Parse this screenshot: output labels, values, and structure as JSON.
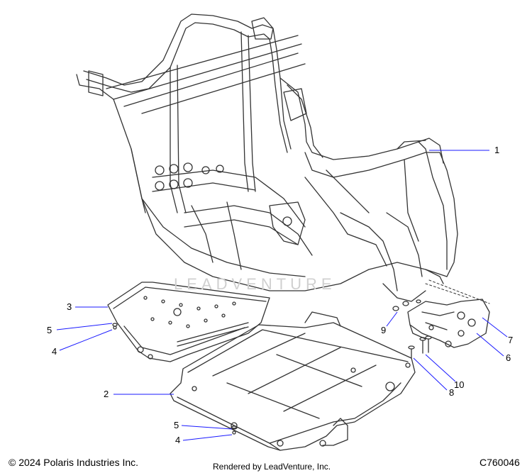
{
  "diagram": {
    "callouts": [
      "1",
      "2",
      "3",
      "4",
      "4",
      "5",
      "5",
      "6",
      "7",
      "8",
      "9",
      "10"
    ]
  },
  "footer": {
    "copyright": "© 2024 Polaris Industries Inc.",
    "rendered_by": "Rendered by LeadVenture, Inc.",
    "diagram_code": "C760046"
  },
  "watermark": {
    "text": "LEADVENTURE"
  },
  "colors": {
    "callout_line": "#1a1aff",
    "line_art": "#333333"
  }
}
